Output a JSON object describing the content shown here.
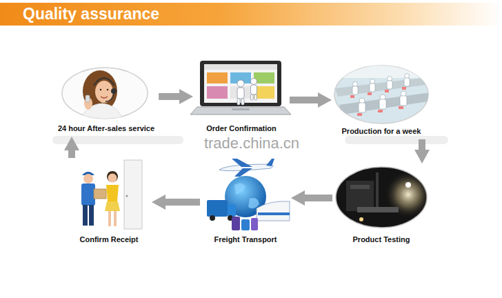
{
  "diagram": {
    "title": "Quality assurance",
    "nodes": [
      {
        "text": [
          "24 hour After-sales service"
        ]
      },
      {
        "text": [
          "Order Confirmation"
        ]
      },
      {
        "text": [
          "Production for a week"
        ]
      },
      {
        "text": [
          "Confirm Receipt"
        ]
      },
      {
        "text": [
          "Freight Transport"
        ]
      },
      {
        "text": [
          "Product Testing"
        ]
      }
    ],
    "edges": [
      {
        "from": 0,
        "to": 1,
        "arrow": "to"
      },
      {
        "from": 1,
        "to": 2,
        "arrow": "to"
      },
      {
        "from": 2,
        "to": 5,
        "arrow": "to"
      },
      {
        "from": 5,
        "to": 4,
        "arrow": "to"
      },
      {
        "from": 4,
        "to": 3,
        "arrow": "to"
      },
      {
        "from": 3,
        "to": 0,
        "arrow": "to"
      }
    ],
    "labels": [
      "trade.china.cn"
    ]
  }
}
